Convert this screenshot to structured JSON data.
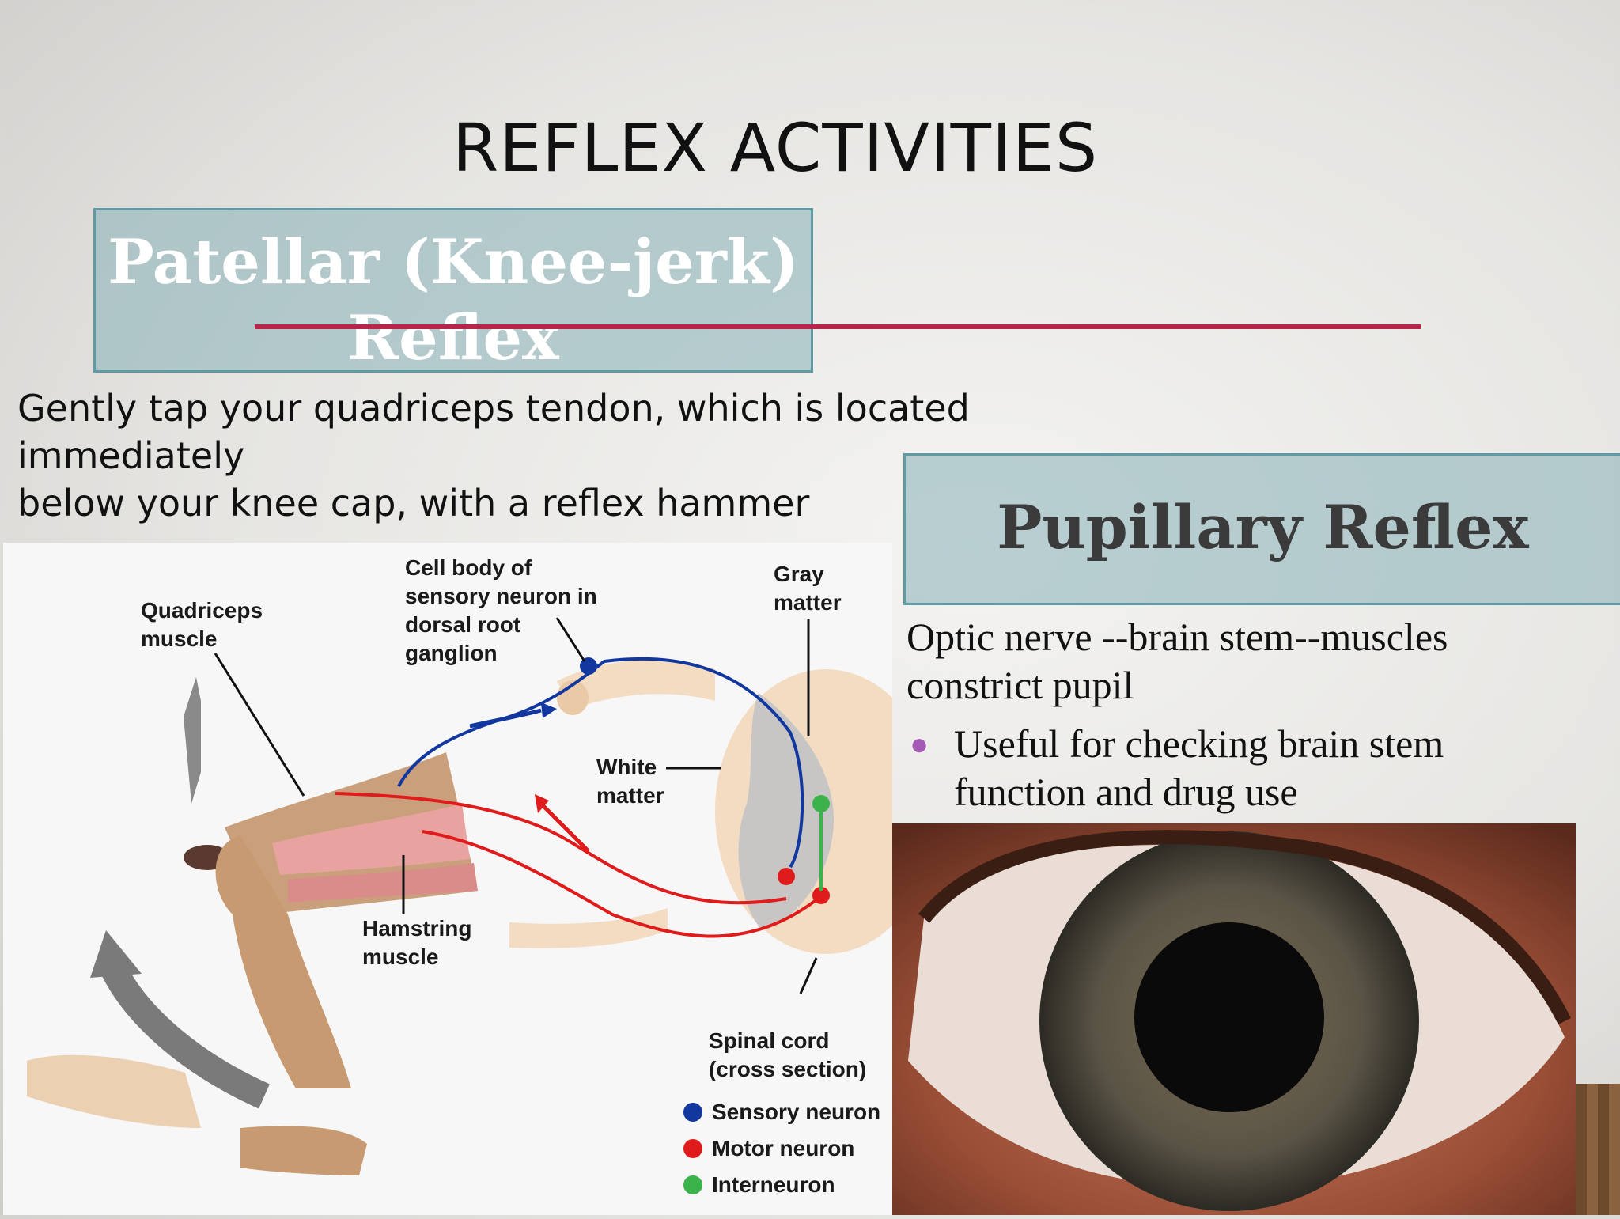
{
  "slide": {
    "title": "REFLEX ACTIVITIES",
    "patellar_heading_line1": "Patellar (Knee-jerk)",
    "patellar_heading_line2": "Reflex",
    "patellar_desc_line1": "Gently tap your quadriceps tendon, which is located immediately",
    "patellar_desc_line2": "below your knee cap, with a reflex hammer",
    "pupillary_heading": "Pupillary Reflex",
    "optic_line1": "Optic nerve --brain stem--muscles",
    "optic_line2": "constrict pupil",
    "bullet_line1": "Useful for checking brain  stem",
    "bullet_line2": "function and drug  use",
    "accent_color": "#b8254a",
    "box_color": "#86b0b8"
  },
  "diagram": {
    "labels": {
      "quadriceps_1": "Quadriceps",
      "quadriceps_2": "muscle",
      "cellbody_1": "Cell body of",
      "cellbody_2": "sensory neuron in",
      "cellbody_3": "dorsal root",
      "cellbody_4": "ganglion",
      "gray_1": "Gray",
      "gray_2": "matter",
      "white_1": "White",
      "white_2": "matter",
      "hamstring_1": "Hamstring",
      "hamstring_2": "muscle",
      "spinal_1": "Spinal cord",
      "spinal_2": "(cross section)"
    },
    "legend": [
      {
        "label": "Sensory neuron",
        "color": "#1238a0"
      },
      {
        "label": "Motor neuron",
        "color": "#e01b1b"
      },
      {
        "label": "Interneuron",
        "color": "#3bb34a"
      }
    ]
  }
}
